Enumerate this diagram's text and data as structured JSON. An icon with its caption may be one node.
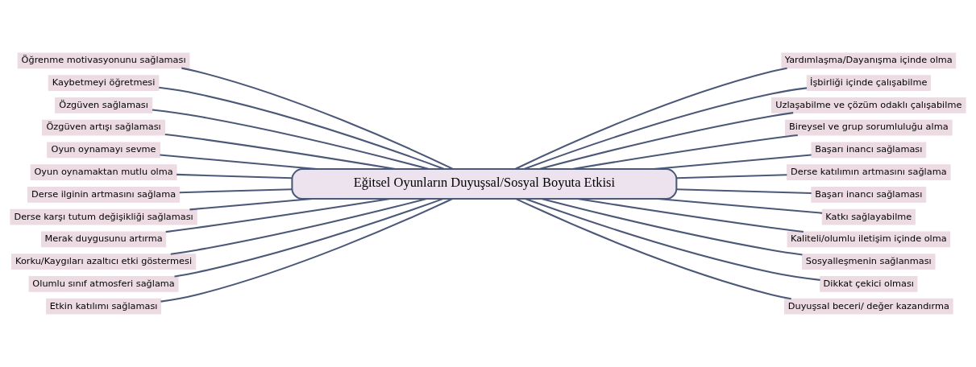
{
  "diagram": {
    "nodes": [
      {
        "text": [
          "Eğitsel Oyunların Duyuşsal/Sosyal Boyuta Etkisi"
        ]
      },
      {
        "text": [
          "Öğrenme motivasyonunu sağlaması"
        ]
      },
      {
        "text": [
          "Kaybetmeyi öğretmesi"
        ]
      },
      {
        "text": [
          "Özgüven sağlaması"
        ]
      },
      {
        "text": [
          "Özgüven artışı sağlaması"
        ]
      },
      {
        "text": [
          "Oyun oynamayı sevme"
        ]
      },
      {
        "text": [
          "Oyun oynamaktan mutlu olma"
        ]
      },
      {
        "text": [
          "Derse ilginin artmasını sağlama"
        ]
      },
      {
        "text": [
          "Derse karşı tutum değişikliği sağlaması"
        ]
      },
      {
        "text": [
          "Merak duygusunu artırma"
        ]
      },
      {
        "text": [
          "Korku/Kaygıları azaltıcı etki göstermesi"
        ]
      },
      {
        "text": [
          "Olumlu sınıf atmosferi sağlama"
        ]
      },
      {
        "text": [
          "Etkin katılımı sağlaması"
        ]
      },
      {
        "text": [
          "Yardımlaşma/Dayanışma içinde olma"
        ]
      },
      {
        "text": [
          "İşbirliği içinde çalışabilme"
        ]
      },
      {
        "text": [
          "Uzlaşabilme ve çözüm odaklı çalışabilme"
        ]
      },
      {
        "text": [
          "Bireysel ve grup sorumluluğu alma"
        ]
      },
      {
        "text": [
          "Başarı inancı sağlaması"
        ]
      },
      {
        "text": [
          "Derse katılımın artmasını sağlama"
        ]
      },
      {
        "text": [
          "Başarı inancı sağlaması"
        ]
      },
      {
        "text": [
          "Katkı sağlayabilme"
        ]
      },
      {
        "text": [
          "Kaliteli/olumlu iletişim içinde olma"
        ]
      },
      {
        "text": [
          "Sosyalleşmenin sağlanması"
        ]
      },
      {
        "text": [
          "Dikkat çekici olması"
        ]
      },
      {
        "text": [
          "Duyuşsal beceri/ değer kazandırma"
        ]
      }
    ],
    "edges": [
      {
        "from": 0,
        "to": 1,
        "arrow": "none"
      },
      {
        "from": 0,
        "to": 2,
        "arrow": "none"
      },
      {
        "from": 0,
        "to": 3,
        "arrow": "none"
      },
      {
        "from": 0,
        "to": 4,
        "arrow": "none"
      },
      {
        "from": 0,
        "to": 5,
        "arrow": "none"
      },
      {
        "from": 0,
        "to": 6,
        "arrow": "none"
      },
      {
        "from": 0,
        "to": 7,
        "arrow": "none"
      },
      {
        "from": 0,
        "to": 8,
        "arrow": "none"
      },
      {
        "from": 0,
        "to": 9,
        "arrow": "none"
      },
      {
        "from": 0,
        "to": 10,
        "arrow": "none"
      },
      {
        "from": 0,
        "to": 11,
        "arrow": "none"
      },
      {
        "from": 0,
        "to": 12,
        "arrow": "none"
      },
      {
        "from": 0,
        "to": 13,
        "arrow": "none"
      },
      {
        "from": 0,
        "to": 14,
        "arrow": "none"
      },
      {
        "from": 0,
        "to": 15,
        "arrow": "none"
      },
      {
        "from": 0,
        "to": 16,
        "arrow": "none"
      },
      {
        "from": 0,
        "to": 17,
        "arrow": "none"
      },
      {
        "from": 0,
        "to": 18,
        "arrow": "none"
      },
      {
        "from": 0,
        "to": 19,
        "arrow": "none"
      },
      {
        "from": 0,
        "to": 20,
        "arrow": "none"
      },
      {
        "from": 0,
        "to": 21,
        "arrow": "none"
      },
      {
        "from": 0,
        "to": 22,
        "arrow": "none"
      },
      {
        "from": 0,
        "to": 23,
        "arrow": "none"
      },
      {
        "from": 0,
        "to": 24,
        "arrow": "none"
      }
    ]
  }
}
